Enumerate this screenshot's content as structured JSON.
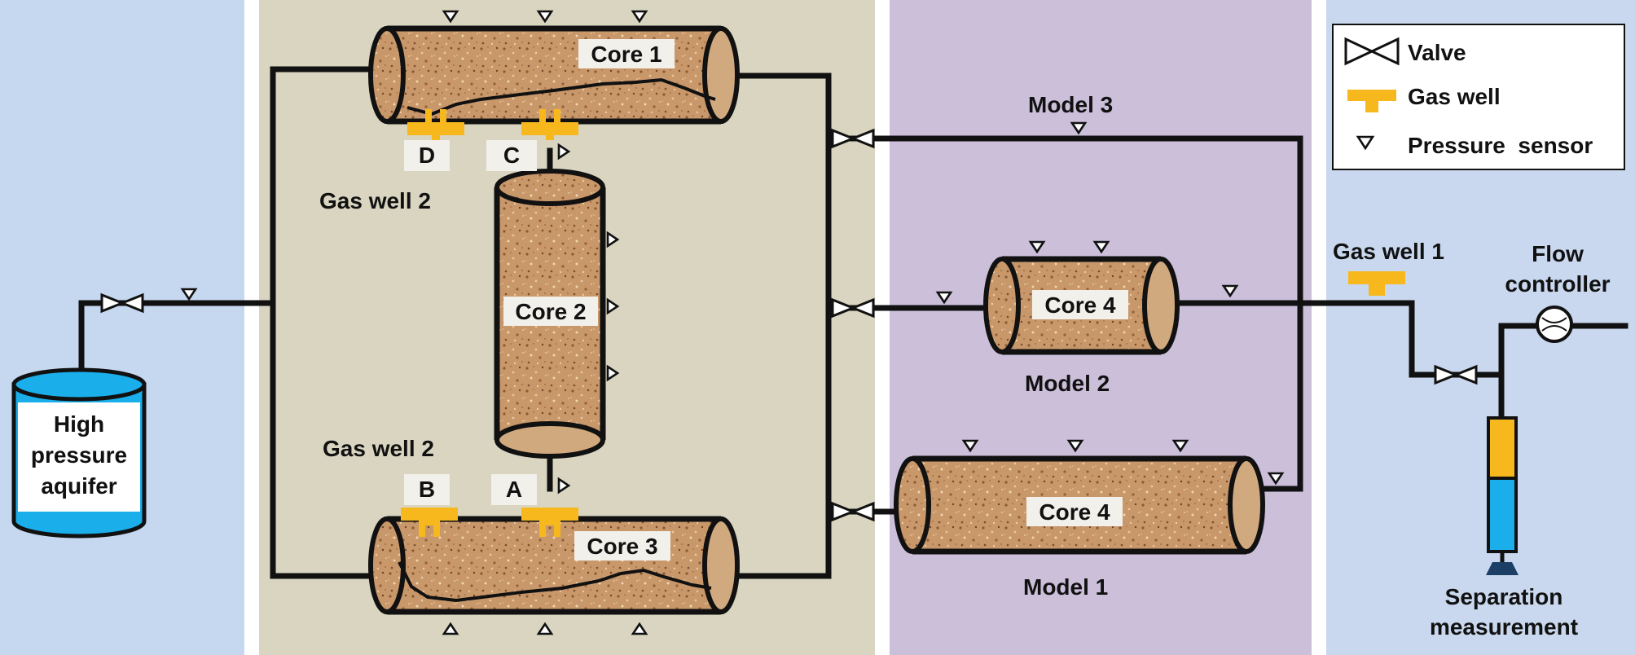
{
  "colors": {
    "panel_left": "#c6d8ef",
    "panel_core": "#d9d5c1",
    "panel_models": "#cbbfda",
    "panel_right": "#c9d8ee",
    "core_fill": "#c8976a",
    "gas_well": "#f7b81e",
    "aquifer": "#1aaeea",
    "separator_top": "#f7b81e",
    "separator_bottom": "#1aaeea",
    "separator_base": "#1c3f66"
  },
  "legend": {
    "valve": "Valve",
    "gas_well": "Gas well",
    "pressure_sensor": "Pressure  sensor"
  },
  "aquifer": {
    "line1": "High",
    "line2": "pressure",
    "line3": "aquifer"
  },
  "cores": {
    "core1": "Core 1",
    "core2": "Core 2",
    "core3": "Core 3",
    "core4_model2": "Core 4",
    "core4_model1": "Core 4"
  },
  "wells": {
    "gas_well_2_top": "Gas well 2",
    "gas_well_2_bottom": "Gas well 2",
    "gas_well_1": "Gas well 1",
    "A": "A",
    "B": "B",
    "C": "C",
    "D": "D"
  },
  "models": {
    "model3": "Model 3",
    "model2": "Model 2",
    "model1": "Model 1"
  },
  "outlet": {
    "flow_line1": "Flow",
    "flow_line2": "controller",
    "sep_line1": "Separation",
    "sep_line2": "measurement"
  }
}
